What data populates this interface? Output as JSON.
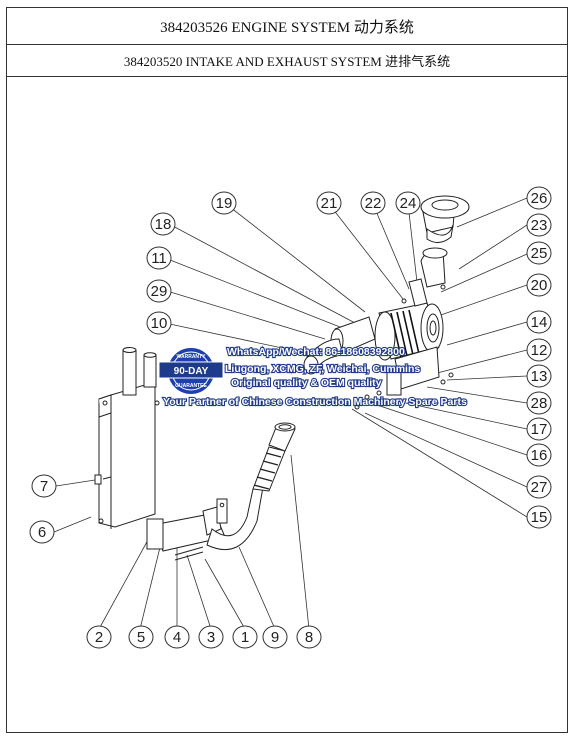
{
  "header": {
    "title": "384203526 ENGINE SYSTEM 动力系统",
    "subtitle": "384203520 INTAKE AND EXHAUST SYSTEM 进排气系统"
  },
  "watermark": {
    "line1": "WhatsApp/Wechat: 86-18608392800",
    "line2": "Liugong, XCMG, ZF, Weichai, Cummins",
    "line3": "Original quality & OEM quality",
    "line4": "Your Partner of Chinese Construction Machinery Spare Parts",
    "badge_top": "WARRANTY",
    "badge_main": "90-DAY",
    "badge_bottom": "GUARANTEE"
  },
  "callouts": [
    {
      "label": "19"
    },
    {
      "label": "21"
    },
    {
      "label": "22"
    },
    {
      "label": "24"
    },
    {
      "label": "26"
    },
    {
      "label": "18"
    },
    {
      "label": "23"
    },
    {
      "label": "11"
    },
    {
      "label": "25"
    },
    {
      "label": "29"
    },
    {
      "label": "20"
    },
    {
      "label": "10"
    },
    {
      "label": "14"
    },
    {
      "label": "12"
    },
    {
      "label": "13"
    },
    {
      "label": "28"
    },
    {
      "label": "17"
    },
    {
      "label": "16"
    },
    {
      "label": "27"
    },
    {
      "label": "15"
    },
    {
      "label": "7"
    },
    {
      "label": "6"
    },
    {
      "label": "2"
    },
    {
      "label": "5"
    },
    {
      "label": "4"
    },
    {
      "label": "3"
    },
    {
      "label": "1"
    },
    {
      "label": "9"
    },
    {
      "label": "8"
    }
  ]
}
